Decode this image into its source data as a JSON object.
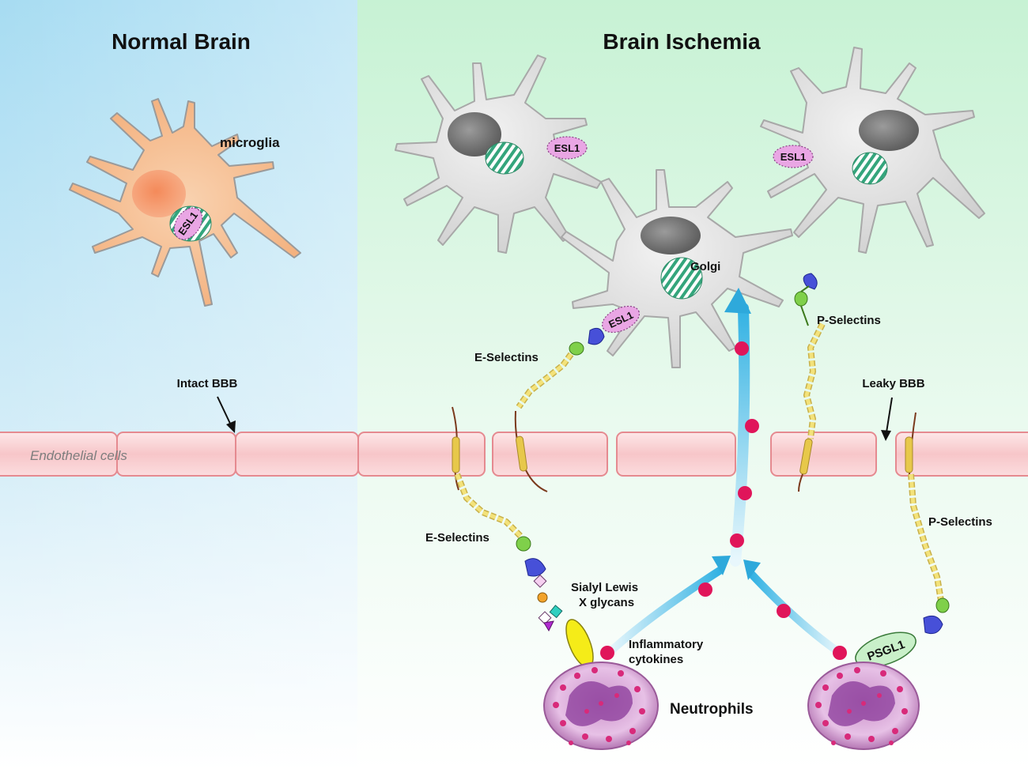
{
  "panels": {
    "left_title": "Normal Brain",
    "right_title": "Brain Ischemia"
  },
  "labels": {
    "microglia": "microglia",
    "intact_bbb": "Intact BBB",
    "leaky_bbb": "Leaky BBB",
    "endothelial_cells": "Endothelial cells",
    "golgi": "Golgi",
    "e_selectins_upper": "E-Selectins",
    "e_selectins_lower": "E-Selectins",
    "p_selectins_upper": "P-Selectins",
    "p_selectins_lower": "P-Selectins",
    "sialyl_line1": "Sialyl Lewis",
    "sialyl_line2": "X glycans",
    "cytokines_line1": "Inflammatory",
    "cytokines_line2": "cytokines",
    "neutrophils": "Neutrophils"
  },
  "tags": {
    "esl1_normal": "ESL1",
    "esl1_ischemia_left": "ESL1",
    "esl1_ischemia_right": "ESL1",
    "esl1_ischemia_center": "ESL1",
    "psgl1": "PSGL1"
  },
  "colors": {
    "normal_bg": "#a8dcf0",
    "ischemia_bg": "#c8f2d6",
    "endothelium": "#f6c9cc",
    "endothelium_border": "#e8868c",
    "microglia_normal": "#f5b98a",
    "microglia_activated": "#e6e6e6",
    "golgi": "#3fae86",
    "esl1": "#e6a0e0",
    "cytokine": "#e0155a",
    "arrow": "#3cb7e6",
    "selectin": "#f0e36a",
    "psgl1": "#c9f0c9"
  }
}
